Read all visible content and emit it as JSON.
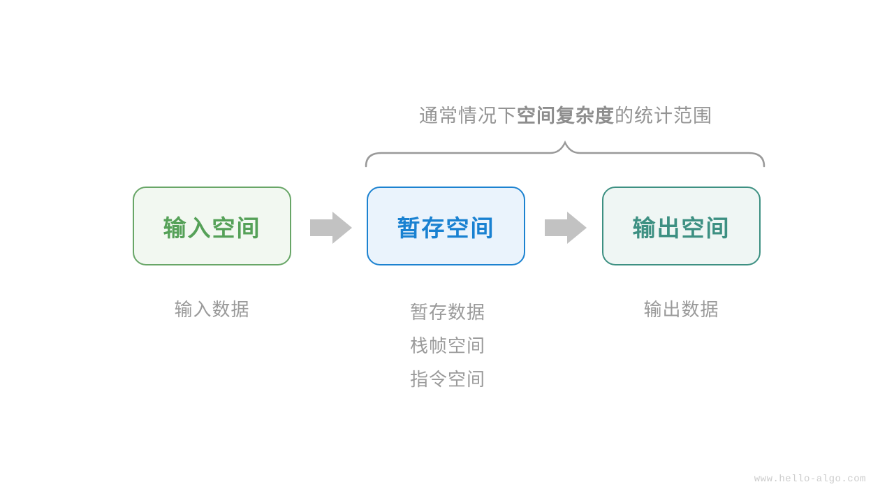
{
  "title": {
    "prefix": "通常情况下",
    "bold": "空间复杂度",
    "suffix": "的统计范围"
  },
  "boxes": [
    {
      "id": "input-space",
      "label": "输入空间",
      "text_color": "#55a158",
      "border_color": "#68a667",
      "bg_color": "#f2f8f1"
    },
    {
      "id": "temp-space",
      "label": "暂存空间",
      "text_color": "#1981d1",
      "border_color": "#1c82d0",
      "bg_color": "#eaf3fc"
    },
    {
      "id": "output-space",
      "label": "输出空间",
      "text_color": "#3d9082",
      "border_color": "#3d9082",
      "bg_color": "#eff6f4"
    }
  ],
  "annotations": {
    "input": [
      "输入数据"
    ],
    "temp": [
      "暂存数据",
      "栈帧空间",
      "指令空间"
    ],
    "output": [
      "输出数据"
    ]
  },
  "watermark": "www.hello-algo.com",
  "colors": {
    "title_text": "#949494",
    "label_text": "#9a9a9a",
    "arrow": "#c2c2c2",
    "brace": "#999999",
    "background": "#ffffff"
  }
}
